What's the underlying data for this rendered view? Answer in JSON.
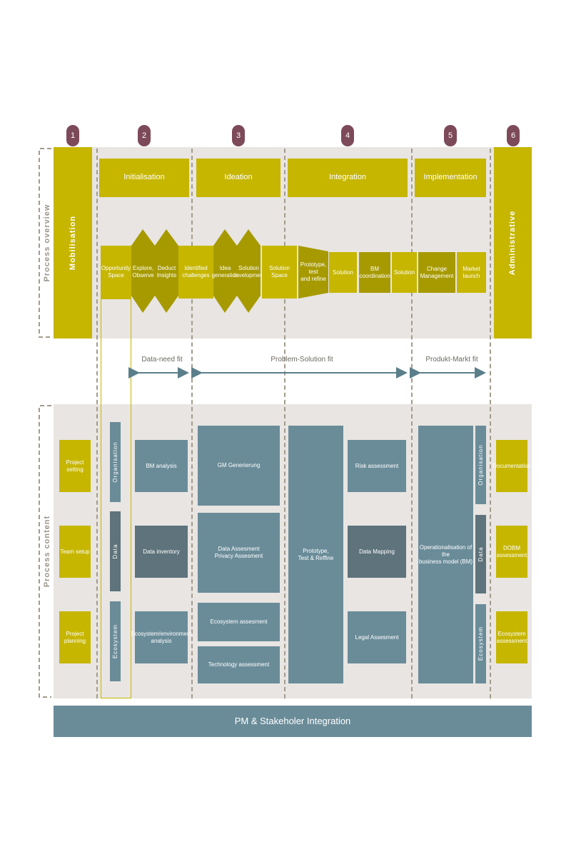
{
  "steps": [
    "1",
    "2",
    "3",
    "4",
    "5",
    "6"
  ],
  "sections": {
    "overview": "Process overview",
    "content": "Process content"
  },
  "mobilisation": "Mobilisation",
  "administrative": "Administrative",
  "phases": {
    "initialisation": "Initialisation",
    "ideation": "Ideation",
    "integration": "Integration",
    "implementation": "Implementation"
  },
  "flow": {
    "opportunity_space": "Opportunity\nSpace",
    "explore_observe": "Explore,\nObserve",
    "deduct_insights": "Deduct\nInsights",
    "identified_challenges": "Identified\nchallenges",
    "idea_generation": "Idea\ngeneration",
    "solution_development": "Solution\ndevelopment",
    "solution_space": "Solution Space",
    "prototype": "Prototype, test\nand refine",
    "solution_1": "Solution",
    "bm_coordination": "BM\ncoordination",
    "solution_2": "Solution",
    "change_management": "Change\nManagement",
    "market_launch": "Market\nlaunch"
  },
  "fits": {
    "data_need": "Data-need fit",
    "problem_solution": "Problem-Solution fit",
    "produkt_markt": "Produkt-Markt fit"
  },
  "content": {
    "project_setting": "Project setting",
    "team_setup": "Team setup",
    "project_planning": "Project planning",
    "organisation": "Organisation",
    "data": "Data",
    "ecosystem": "Ecosystem",
    "bm_analysis": "BM analysis",
    "data_inventory": "Data inventory",
    "ecosystem_environment": "Ecosystem/environment\nanalysis",
    "gm_generierung": "GM Generierung",
    "data_assessment": "Data Assesment\nPrivacy Assesment",
    "ecosystem_assessment": "Ecosystem assesment",
    "technology_assessment": "Technology assessment",
    "prototype_test": "Prototype,\nTest & Reffine",
    "risk_assessment": "Risk assessment",
    "data_mapping": "Data Mapping",
    "legal_assessment": "Legal Assesment",
    "operationalisation": "Operationalisation of the\nbusiness model (BM)",
    "organisation_r": "Organisation",
    "data_r": "Data",
    "ecosystem_r": "Ecosystem",
    "documentation": "Documentation",
    "dobm": "DOBM\nassessment",
    "ecosystem_assessment_r": "Ecosystem\nassessment"
  },
  "footer": "PM & Stakeholer Integration",
  "colors": {
    "olive": "#c6b600",
    "dark_olive": "#a79a00",
    "teal": "#6a8c99",
    "dark_teal": "#5e737b",
    "badge": "#7d4a5a",
    "panel": "#e8e5e2"
  }
}
